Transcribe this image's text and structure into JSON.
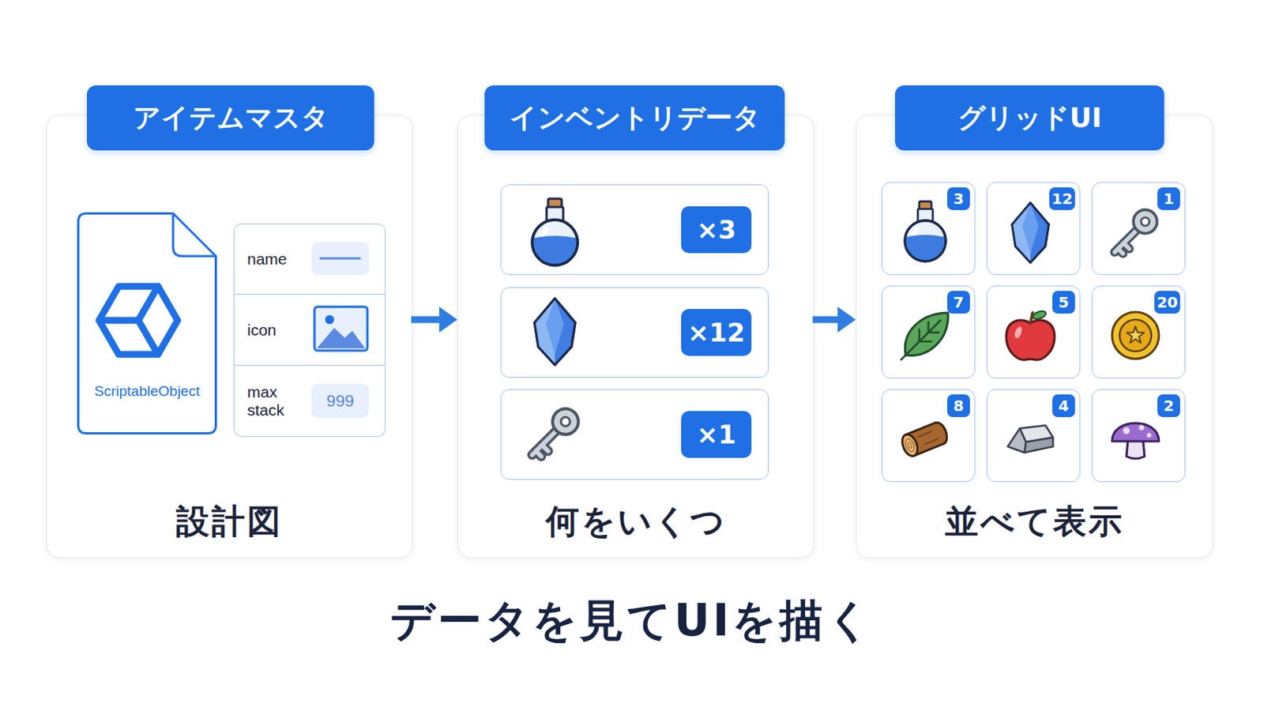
{
  "diagram": {
    "caption": "データを見てUIを描く",
    "nodes": [
      {
        "text": [
          "アイテムマスタ",
          "設計図"
        ]
      },
      {
        "text": [
          "ScriptableObject"
        ],
        "in": 0
      },
      {
        "text": [
          "name"
        ],
        "in": 0
      },
      {
        "text": [
          "icon"
        ],
        "in": 0
      },
      {
        "text": [
          "max stack",
          "999"
        ],
        "in": 0
      },
      {
        "text": [
          "インベントリデータ",
          "何をいくつ"
        ]
      },
      {
        "text": [
          "×3"
        ],
        "in": 5
      },
      {
        "text": [
          "×12"
        ],
        "in": 5
      },
      {
        "text": [
          "×1"
        ],
        "in": 5
      },
      {
        "text": [
          "グリッドUI",
          "並べて表示"
        ]
      },
      {
        "text": [
          "3"
        ],
        "in": 9
      },
      {
        "text": [
          "12"
        ],
        "in": 9
      },
      {
        "text": [
          "1"
        ],
        "in": 9
      },
      {
        "text": [
          "7"
        ],
        "in": 9
      },
      {
        "text": [
          "5"
        ],
        "in": 9
      },
      {
        "text": [
          "20"
        ],
        "in": 9
      },
      {
        "text": [
          "8"
        ],
        "in": 9
      },
      {
        "text": [
          "4"
        ],
        "in": 9
      },
      {
        "text": [
          "2"
        ],
        "in": 9
      }
    ],
    "edges": [
      {
        "from": 0,
        "to": 5,
        "arrow": "to"
      },
      {
        "from": 5,
        "to": 9,
        "arrow": "to"
      }
    ]
  }
}
